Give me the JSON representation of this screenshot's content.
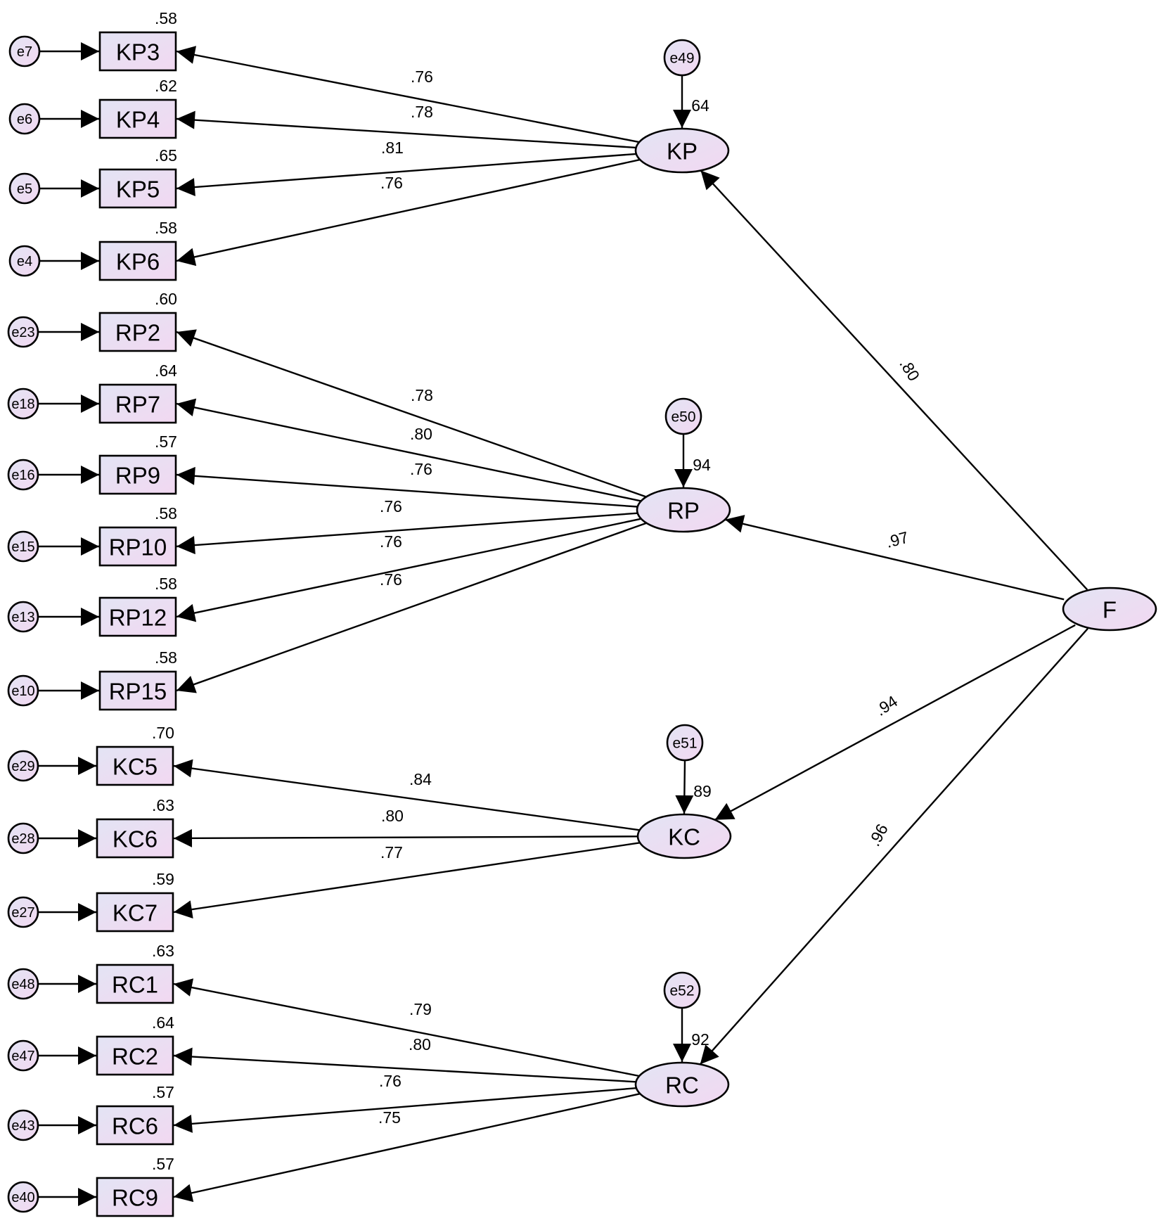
{
  "diagram": {
    "type": "structural-equation-model",
    "colors": {
      "node_fill_light": "#e6e3f3",
      "node_fill_pink": "#f3d9f2",
      "stroke": "#000000"
    },
    "second_order": {
      "id": "F",
      "label": "F"
    },
    "factors": [
      {
        "id": "KP",
        "label": "KP",
        "error": "e49",
        "r2": "64",
        "loading_from_F": ".80",
        "indicators": [
          {
            "id": "KP3",
            "label": "KP3",
            "error": "e7",
            "r2": ".58",
            "loading": ".76"
          },
          {
            "id": "KP4",
            "label": "KP4",
            "error": "e6",
            "r2": ".62",
            "loading": ".78"
          },
          {
            "id": "KP5",
            "label": "KP5",
            "error": "e5",
            "r2": ".65",
            "loading": ".81"
          },
          {
            "id": "KP6",
            "label": "KP6",
            "error": "e4",
            "r2": ".58",
            "loading": ".76"
          }
        ]
      },
      {
        "id": "RP",
        "label": "RP",
        "error": "e50",
        "r2": "94",
        "loading_from_F": ".97",
        "indicators": [
          {
            "id": "RP2",
            "label": "RP2",
            "error": "e23",
            "r2": ".60",
            "loading": ".78"
          },
          {
            "id": "RP7",
            "label": "RP7",
            "error": "e18",
            "r2": ".64",
            "loading": ".80"
          },
          {
            "id": "RP9",
            "label": "RP9",
            "error": "e16",
            "r2": ".57",
            "loading": ".76"
          },
          {
            "id": "RP10",
            "label": "RP10",
            "error": "e15",
            "r2": ".58",
            "loading": ".76"
          },
          {
            "id": "RP12",
            "label": "RP12",
            "error": "e13",
            "r2": ".58",
            "loading": ".76"
          },
          {
            "id": "RP15",
            "label": "RP15",
            "error": "e10",
            "r2": ".58",
            "loading": ".76"
          }
        ]
      },
      {
        "id": "KC",
        "label": "KC",
        "error": "e51",
        "r2": "89",
        "loading_from_F": ".94",
        "indicators": [
          {
            "id": "KC5",
            "label": "KC5",
            "error": "e29",
            "r2": ".70",
            "loading": ".84"
          },
          {
            "id": "KC6",
            "label": "KC6",
            "error": "e28",
            "r2": ".63",
            "loading": ".80"
          },
          {
            "id": "KC7",
            "label": "KC7",
            "error": "e27",
            "r2": ".59",
            "loading": ".77"
          }
        ]
      },
      {
        "id": "RC",
        "label": "RC",
        "error": "e52",
        "r2": "92",
        "loading_from_F": ".96",
        "indicators": [
          {
            "id": "RC1",
            "label": "RC1",
            "error": "e48",
            "r2": ".63",
            "loading": ".79"
          },
          {
            "id": "RC2",
            "label": "RC2",
            "error": "e47",
            "r2": ".64",
            "loading": ".80"
          },
          {
            "id": "RC6",
            "label": "RC6",
            "error": "e43",
            "r2": ".57",
            "loading": ".76"
          },
          {
            "id": "RC9",
            "label": "RC9",
            "error": "e40",
            "r2": ".57",
            "loading": ".75"
          }
        ]
      }
    ]
  }
}
